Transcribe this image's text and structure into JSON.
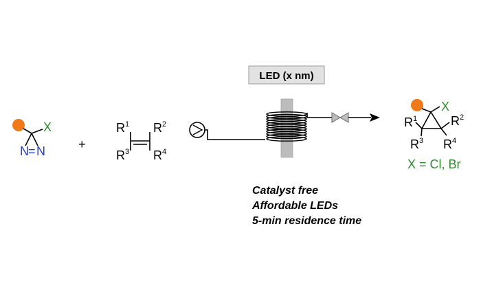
{
  "reactant_diazirine": {
    "substituent": "X",
    "nitrogen_left": "N",
    "nitrogen_bond": "=",
    "nitrogen_right": "N",
    "dot_color": "#f07a1a",
    "x_color": "#2e8b2e",
    "n_color": "#1f3ed6"
  },
  "plus_sign": "+",
  "alkene": {
    "r1": "R",
    "r1_sup": "1",
    "r2": "R",
    "r2_sup": "2",
    "r3": "R",
    "r3_sup": "3",
    "r4": "R",
    "r4_sup": "4"
  },
  "reactor": {
    "led_label": "LED (x nm)"
  },
  "conditions": [
    "Catalyst free",
    "Affordable LEDs",
    "5-min residence time"
  ],
  "product": {
    "substituent": "X",
    "r1": "R",
    "r1_sup": "1",
    "r2": "R",
    "r2_sup": "2",
    "r3": "R",
    "r3_sup": "3",
    "r4": "R",
    "r4_sup": "4",
    "halogen_note": "X = Cl, Br"
  }
}
